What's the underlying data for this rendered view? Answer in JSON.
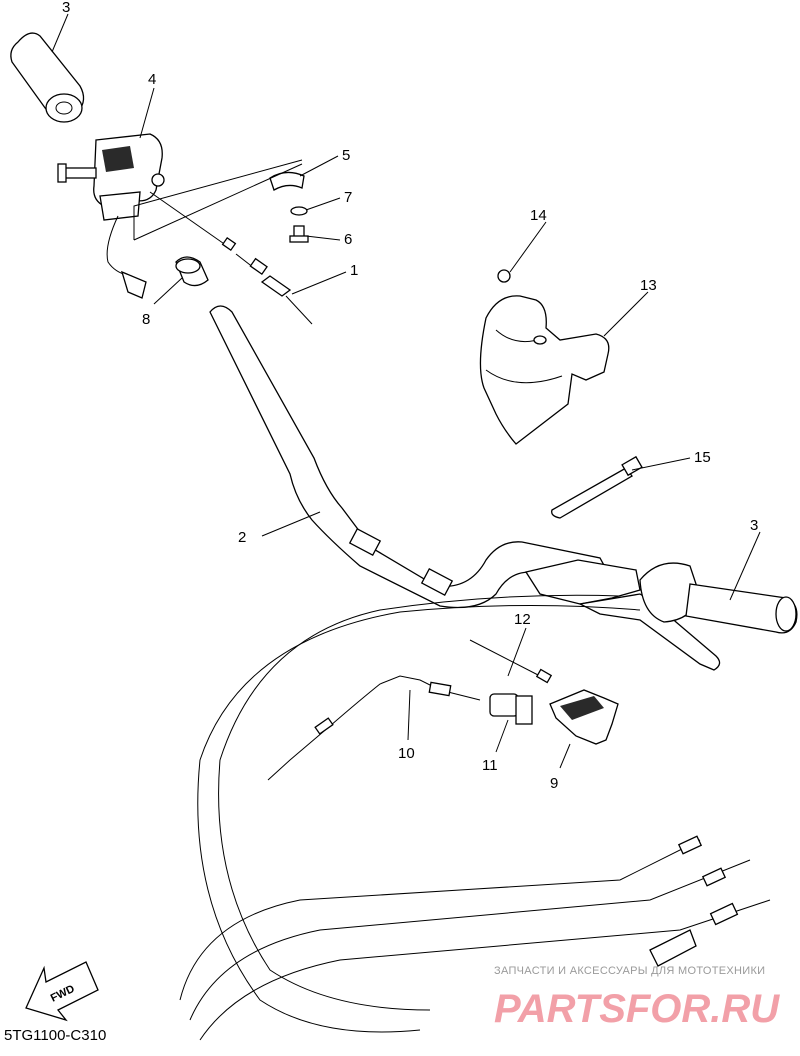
{
  "diagram_code": "5TG1100-C310",
  "fwd_label": "FWD",
  "watermark": {
    "tagline": "ЗАПЧАСТИ И АКСЕССУАРЫ ДЛЯ МОТОТЕХНИКИ",
    "brand": "PARTSFOR.RU"
  },
  "callouts": {
    "p1": "1",
    "p2": "2",
    "p3a": "3",
    "p3b": "3",
    "p4": "4",
    "p5": "5",
    "p6": "6",
    "p7": "7",
    "p8": "8",
    "p9": "9",
    "p10": "10",
    "p11": "11",
    "p12": "12",
    "p13": "13",
    "p14": "14",
    "p15": "15"
  }
}
